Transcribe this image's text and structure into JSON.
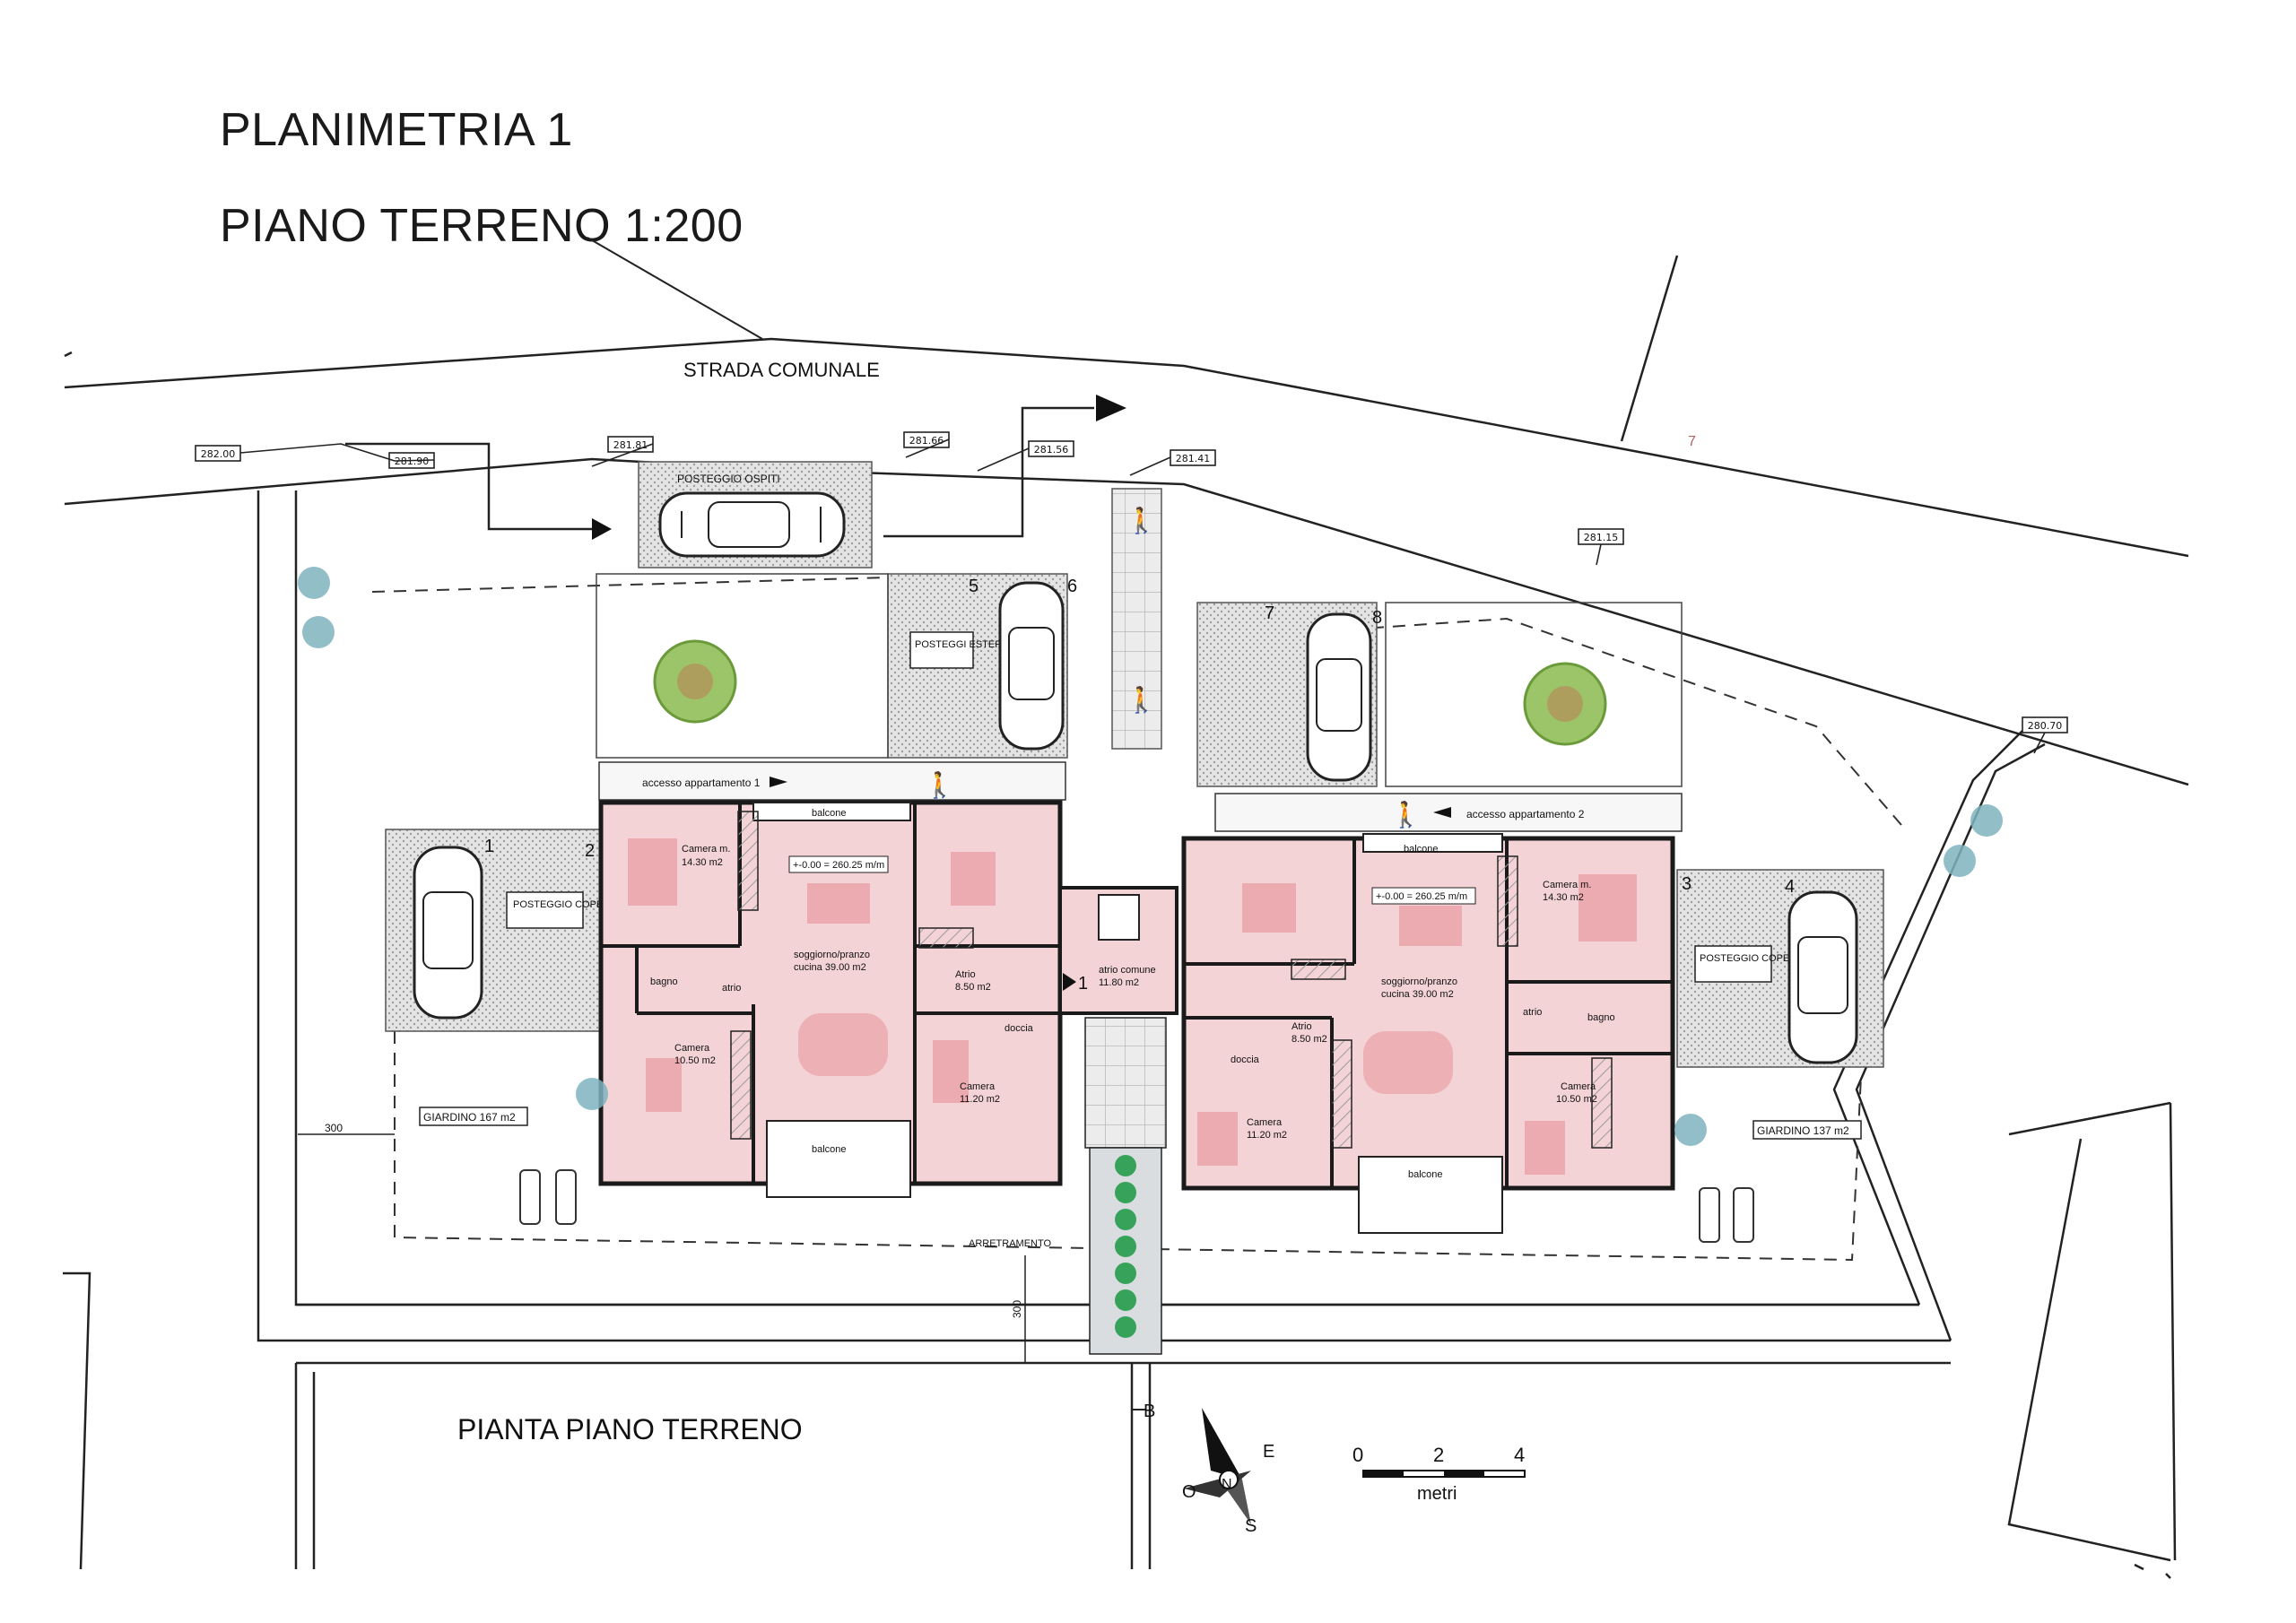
{
  "titles": {
    "main": "PLANIMETRIA 1",
    "sub": "PIANO TERRENO 1:200",
    "plan": "PIANTA PIANO TERRENO"
  },
  "road": "STRADA COMUNALE",
  "lot_number": "7",
  "elevations": {
    "e1": "282.00",
    "e2": "281.90",
    "e3": "281.81",
    "e4": "281.66",
    "e5": "281.56",
    "e6": "281.41",
    "e7": "281.15",
    "e8": "280.70"
  },
  "parking": {
    "guests": "POSTEGGIO OSPITI",
    "external": "POSTEGGI ESTERNI",
    "covered": "POSTEGGIO COPERTO",
    "n1": "1",
    "n2": "2",
    "n3": "3",
    "n4": "4",
    "n5": "5",
    "n6": "6",
    "n7": "7",
    "n8": "8"
  },
  "access": {
    "apt1": "accesso appartamento 1",
    "apt2": "accesso appartamento 2"
  },
  "rooms": {
    "balcone": "balcone",
    "camera_m": "Camera m.",
    "area_14_30": "14.30 m2",
    "level": "+-0.00 = 260.25 m/m",
    "soggiorno": "soggiorno/pranzo",
    "cucina_39": "cucina 39.00 m2",
    "bagno": "bagno",
    "atrio": "atrio",
    "atrio_cap": "Atrio",
    "area_8_50": "8.50 m2",
    "doccia": "doccia",
    "camera": "Camera",
    "area_10_50": "10.50 m2",
    "area_11_20": "11.20 m2",
    "atrio_comune": "atrio comune",
    "area_11_80": "11.80 m2",
    "door1": "1",
    "door2": "2"
  },
  "garden": {
    "left": "GIARDINO 167 m2",
    "right": "GIARDINO 137 m2"
  },
  "setback": "ARRETRAMENTO",
  "dim_300": "300",
  "section_mark": "B",
  "compass": {
    "n": "N",
    "e": "E",
    "s": "S",
    "o": "O"
  },
  "scale": {
    "t0": "0",
    "t2": "2",
    "t4": "4",
    "unit": "metri"
  },
  "colors": {
    "room_fill": "#f3d3d6",
    "wall": "#1a1a1a",
    "hatch": "#c9c9c9",
    "parking_fill": "#dcdcdc",
    "tree": "#8fbf5a",
    "shrub": "#7fb3bf"
  }
}
